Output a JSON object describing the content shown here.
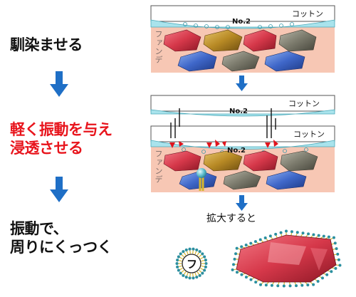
{
  "steps": {
    "step1": [
      "馴染ませる"
    ],
    "step2": [
      "軽く振動を与え",
      "浸透させる"
    ],
    "step3": [
      "振動で、",
      "周りにくっつく"
    ]
  },
  "labels": {
    "cotton": "コットン",
    "foundation": "ファンデ",
    "product": "No.2",
    "zoom_caption": "拡大すると",
    "particle_letter": "フ"
  },
  "colors": {
    "arrow": "#1f6fc6",
    "text_red": "#e8141c",
    "foundation_bg": "#f7c7b4",
    "liquid": "#a9e3ec",
    "gem_red": "#d6384a",
    "gem_blue": "#3f67c9",
    "gem_gold": "#b88a25",
    "gem_gray": "#7b7a6c"
  }
}
